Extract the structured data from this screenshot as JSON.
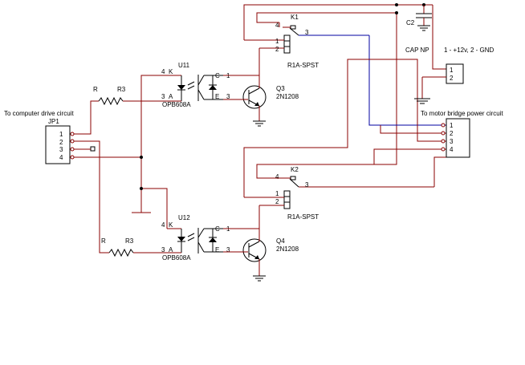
{
  "labels": {
    "jp1_caption": "To computer drive circuit",
    "jp1_ref": "JP1",
    "jp1_pins": [
      "1",
      "2",
      "3",
      "4"
    ],
    "motor_caption": "To  motor bridge power circuit",
    "motor_pins": [
      "1",
      "2",
      "3",
      "4"
    ],
    "cap_ref": "C2",
    "cap_value": "CAP NP",
    "power_caption": "1 -  +12v, 2 - GND",
    "power_pins": [
      "1",
      "2"
    ],
    "r_top": "R",
    "r3_top": "R3",
    "r_bot": "R",
    "r3_bot": "R3",
    "u11": "U11",
    "u12": "U12",
    "opto_part_top": "OPB608A",
    "opto_part_bot": "OPB608A",
    "opto_k": "K",
    "opto_a": "A",
    "opto_c": "C",
    "opto_e": "E",
    "pin_4": "4",
    "pin_3": "3",
    "pin_1": "1",
    "pin_2": "2",
    "q3": "Q3",
    "q3_part": "2N1208",
    "q4": "Q4",
    "q4_part": "2N1208",
    "k1": "K1",
    "k2": "K2",
    "relay_part_top": "R1A-SPST",
    "relay_part_bot": "R1A-SPST"
  }
}
